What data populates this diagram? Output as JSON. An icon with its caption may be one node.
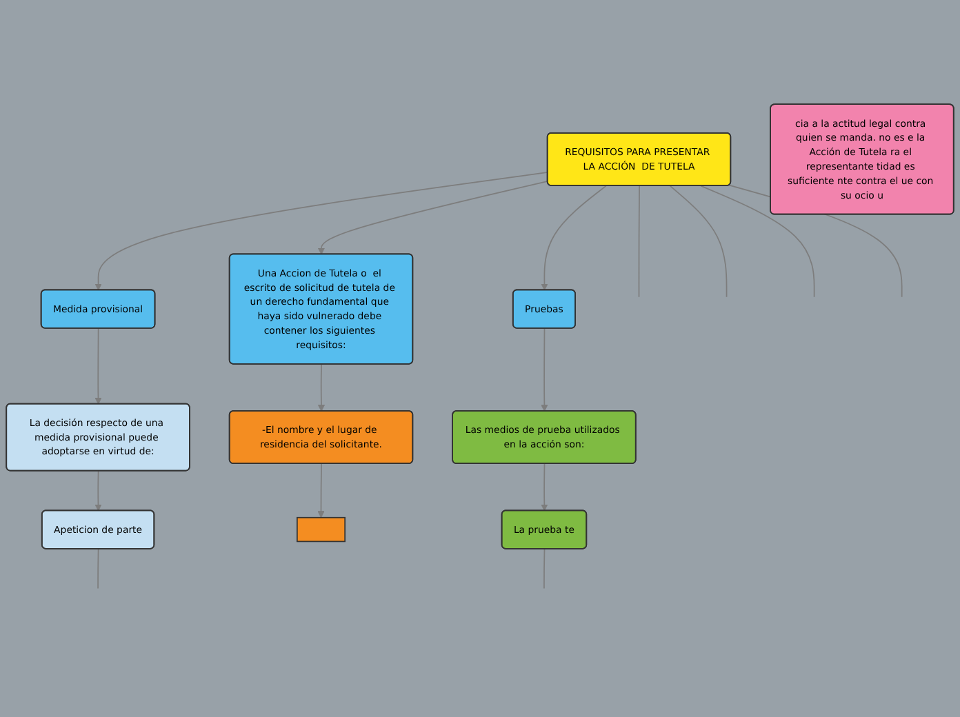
{
  "diagram": {
    "nodes": [
      {
        "text": [
          "REQUISITOS PARA PRESENTAR LA ACCIÓN  DE TUTELA"
        ]
      },
      {
        "text": [
          "Medida provisional"
        ]
      },
      {
        "text": [
          "La decisión respecto de una medida provisional puede adoptarse en virtud de:"
        ]
      },
      {
        "text": [
          "Apeticion de parte"
        ]
      },
      {
        "text": [
          "Una Accion de Tutela o  el escrito de solicitud de tutela de un derecho fundamental que haya sido vulnerado debe contener los siguientes requisitos:"
        ]
      },
      {
        "text": [
          "-El nombre y el lugar de residencia del solicitante."
        ]
      },
      {
        "text": [],
        "shape": "box"
      },
      {
        "text": [
          "Pruebas"
        ]
      },
      {
        "text": [
          "Las medios de prueba utilizados en la acción son:"
        ]
      },
      {
        "text": [
          "La prueba te"
        ]
      },
      {
        "text": [
          "cia a la actitud legal contra quien se manda. no es e la Acción de Tutela ra el representante tidad es suficiente nte contra el ue con su ocio u"
        ]
      }
    ],
    "edges": [
      {
        "from": 0,
        "to": null,
        "arrow": "none"
      },
      {
        "from": 0,
        "to": null,
        "arrow": "none"
      },
      {
        "from": 0,
        "to": 1,
        "arrow": "to"
      },
      {
        "from": 0,
        "to": 4,
        "arrow": "to"
      },
      {
        "from": 0,
        "to": 7,
        "arrow": "to"
      },
      {
        "from": 0,
        "to": null,
        "arrow": "none"
      },
      {
        "from": 0,
        "to": null,
        "arrow": "none"
      },
      {
        "from": 1,
        "to": 2,
        "arrow": "to"
      },
      {
        "from": 2,
        "to": 3,
        "arrow": "to"
      },
      {
        "from": 3,
        "to": null,
        "arrow": "none"
      },
      {
        "from": 4,
        "to": 5,
        "arrow": "to"
      },
      {
        "from": 5,
        "to": 6,
        "arrow": "to"
      },
      {
        "from": 7,
        "to": 8,
        "arrow": "to"
      },
      {
        "from": 8,
        "to": 9,
        "arrow": "to"
      },
      {
        "from": 9,
        "to": null,
        "arrow": "none"
      }
    ]
  }
}
